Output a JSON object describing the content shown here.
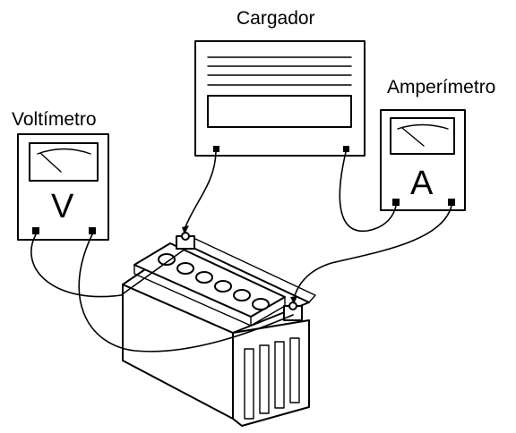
{
  "labels": {
    "charger": "Cargador",
    "ammeter": "Amperímetro",
    "voltmeter": "Voltímetro"
  },
  "meter_symbols": {
    "voltmeter": "V",
    "ammeter": "A"
  },
  "colors": {
    "line": "#000000",
    "background": "#ffffff"
  }
}
